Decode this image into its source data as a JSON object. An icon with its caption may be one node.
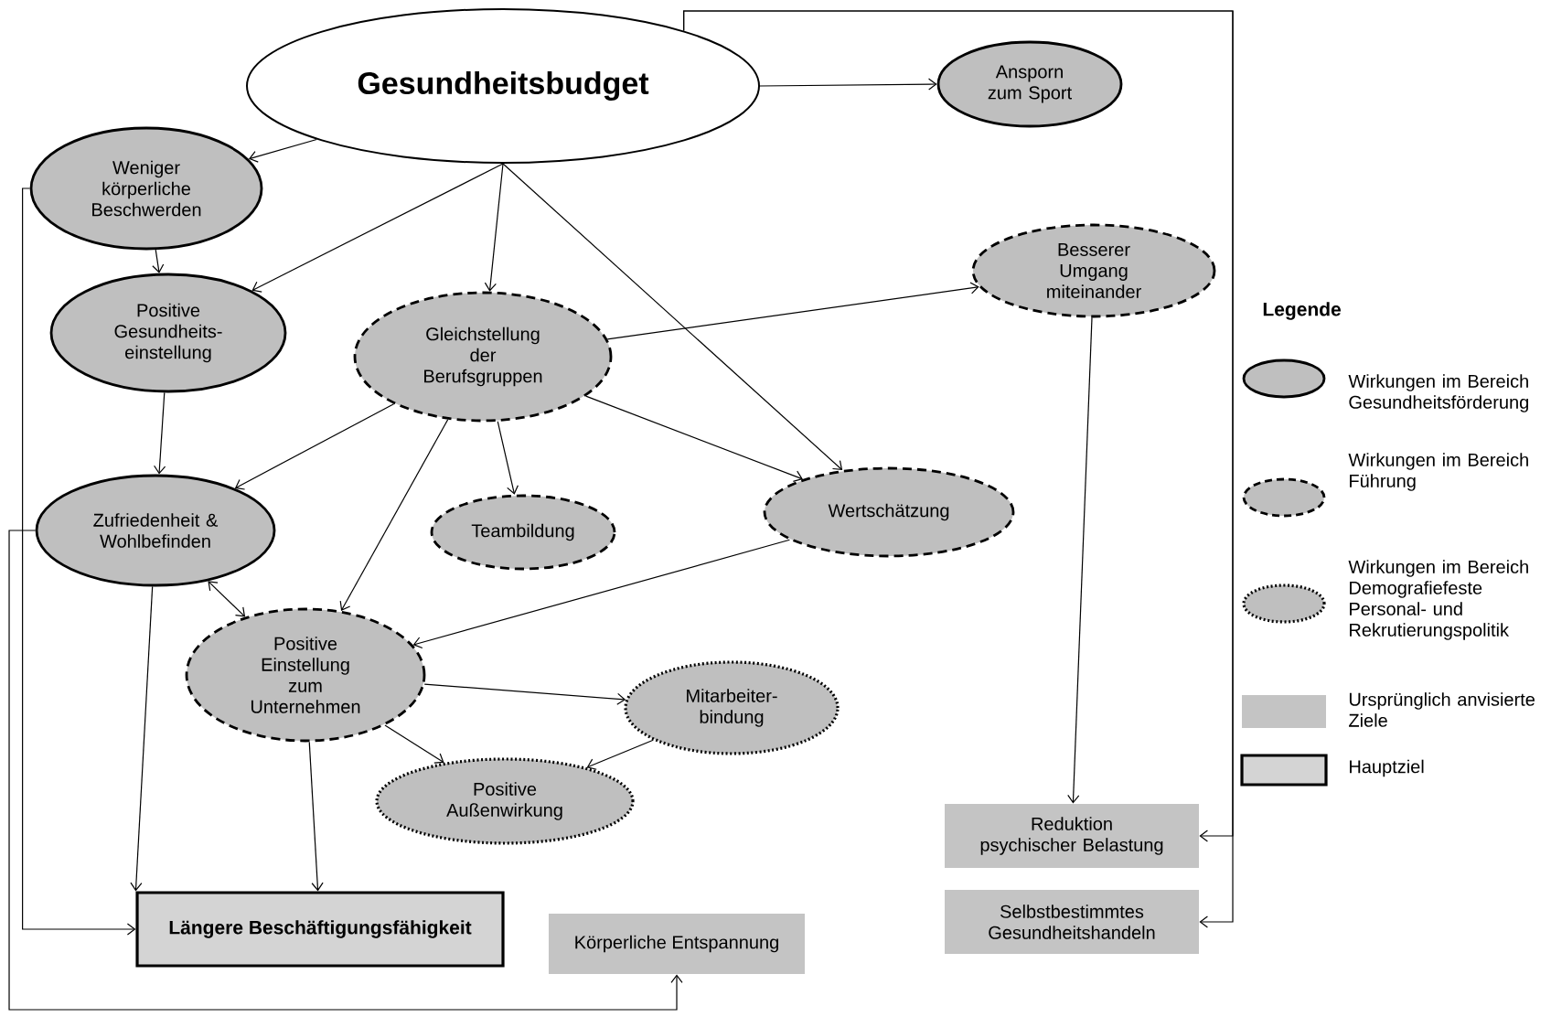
{
  "diagram": {
    "nodes": [
      {
        "text": [
          "Gesundheitsbudget"
        ]
      },
      {
        "text": [
          "Ansporn zum Sport"
        ]
      },
      {
        "text": [
          "Weniger körperliche Beschwerden"
        ]
      },
      {
        "text": [
          "Besserer Umgang miteinander"
        ]
      },
      {
        "text": [
          "Positive Gesundheits-einstellung"
        ]
      },
      {
        "text": [
          "Gleichstellung der Berufsgruppen"
        ]
      },
      {
        "text": [
          "Zufriedenheit & Wohlbefinden"
        ]
      },
      {
        "text": [
          "Teambildung"
        ]
      },
      {
        "text": [
          "Wertschätzung"
        ]
      },
      {
        "text": [
          "Positive Einstellung zum Unternehmen"
        ]
      },
      {
        "text": [
          "Mitarbeiter-bindung"
        ]
      },
      {
        "text": [
          "Positive Außenwirkung"
        ]
      },
      {
        "text": [
          "Längere Beschäftigungsfähigkeit"
        ]
      },
      {
        "text": [
          "Körperliche Entspannung"
        ]
      },
      {
        "text": [
          "Reduktion psychischer Belastung"
        ]
      },
      {
        "text": [
          "Selbstbestimmtes Gesundheitshandeln"
        ]
      }
    ],
    "edges": [
      {
        "from": 0,
        "to": 1,
        "arrow": "to"
      },
      {
        "from": 0,
        "to": 14,
        "arrow": "to"
      },
      {
        "from": 0,
        "to": 2,
        "arrow": "to"
      },
      {
        "from": 0,
        "to": 4,
        "arrow": "to"
      },
      {
        "from": 0,
        "to": 5,
        "arrow": "to"
      },
      {
        "from": 0,
        "to": 8,
        "arrow": "to"
      },
      {
        "from": 2,
        "to": 4,
        "arrow": "to"
      },
      {
        "from": 4,
        "to": 6,
        "arrow": "to"
      },
      {
        "from": 5,
        "to": 3,
        "arrow": "to"
      },
      {
        "from": 5,
        "to": 6,
        "arrow": "to"
      },
      {
        "from": 5,
        "to": 7,
        "arrow": "to"
      },
      {
        "from": 5,
        "to": 9,
        "arrow": "to"
      },
      {
        "from": 5,
        "to": 8,
        "arrow": "to"
      },
      {
        "from": 2,
        "to": 12,
        "arrow": "to"
      },
      {
        "from": 6,
        "to": 12,
        "arrow": "to"
      },
      {
        "from": 6,
        "to": 13,
        "arrow": "to"
      },
      {
        "from": 6,
        "to": 9,
        "arrow": "both"
      },
      {
        "from": 8,
        "to": 9,
        "arrow": "to"
      },
      {
        "from": 9,
        "to": 10,
        "arrow": "to"
      },
      {
        "from": 9,
        "to": 11,
        "arrow": "to"
      },
      {
        "from": 9,
        "to": 12,
        "arrow": "to"
      },
      {
        "from": 10,
        "to": 11,
        "arrow": "to"
      },
      {
        "from": 3,
        "to": 14,
        "arrow": "to"
      },
      {
        "from": 0,
        "to": 15,
        "arrow": "to"
      }
    ],
    "labels": [
      "Legende"
    ],
    "legend": [
      {
        "text": "Wirkungen im Bereich Gesundheitsförderung"
      },
      {
        "text": "Wirkungen im Bereich Führung"
      },
      {
        "text": "Wirkungen im Bereich Demografiefeste Personal- und Rekrutierungspolitik"
      },
      {
        "text": "Ursprünglich anvisierte Ziele",
        "color": "#c4c4c4"
      },
      {
        "text": "Hauptziel"
      }
    ]
  }
}
